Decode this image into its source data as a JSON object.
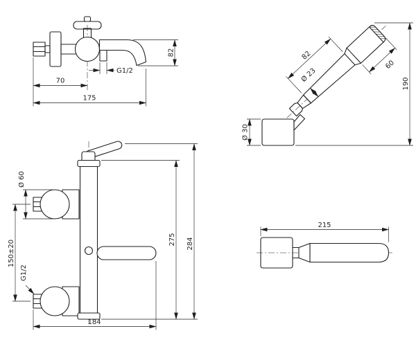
{
  "colors": {
    "line": "#1f1f1f",
    "background": "#ffffff"
  },
  "views": {
    "mixer_side": {
      "dims": {
        "spout_height": "82",
        "spout_thread": "G1/2",
        "wall_to_spout": "70",
        "total_depth": "175"
      }
    },
    "shower_angled": {
      "dims": {
        "handle_length": "82",
        "head_length": "60",
        "handle_diameter": "Ø 23",
        "overall_height": "190",
        "holder_diameter": "Ø 30"
      }
    },
    "mixer_front": {
      "dims": {
        "escutcheon_diameter": "Ø 60",
        "inlet_spacing": "150±20",
        "inlet_thread": "G1/2",
        "body_height": "275",
        "overall_height": "284",
        "overall_width": "184"
      }
    },
    "shower_holder_side": {
      "dims": {
        "overall_length": "215"
      }
    }
  }
}
